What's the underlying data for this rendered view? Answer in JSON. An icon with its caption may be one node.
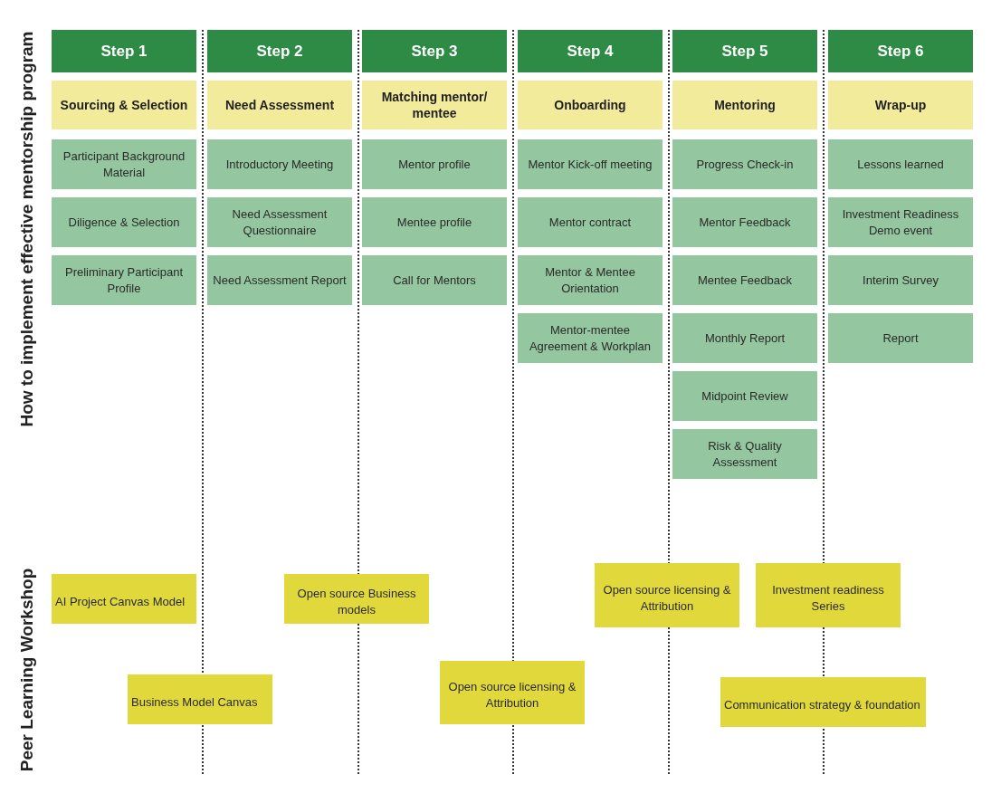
{
  "diagram": {
    "nodes": [
      {
        "text": [
          "Step 1"
        ]
      },
      {
        "text": [
          "Sourcing & Selection"
        ]
      },
      {
        "text": [
          "Participant Background Material"
        ]
      },
      {
        "text": [
          "Diligence & Selection"
        ]
      },
      {
        "text": [
          "Preliminary Participant Profile"
        ]
      },
      {
        "text": [
          "Step 2"
        ]
      },
      {
        "text": [
          "Need Assessment"
        ]
      },
      {
        "text": [
          "Introductory Meeting"
        ]
      },
      {
        "text": [
          "Need Assessment Questionnaire"
        ]
      },
      {
        "text": [
          "Need Assessment Report"
        ]
      },
      {
        "text": [
          "Step 3"
        ]
      },
      {
        "text": [
          "Matching mentor/ mentee"
        ]
      },
      {
        "text": [
          "Mentor profile"
        ]
      },
      {
        "text": [
          "Mentee profile"
        ]
      },
      {
        "text": [
          "Call for Mentors"
        ]
      },
      {
        "text": [
          "Step 4"
        ]
      },
      {
        "text": [
          "Onboarding"
        ]
      },
      {
        "text": [
          "Mentor Kick-off meeting"
        ]
      },
      {
        "text": [
          "Mentor contract"
        ]
      },
      {
        "text": [
          "Mentor & Mentee Orientation"
        ]
      },
      {
        "text": [
          "Mentor-mentee Agreement & Workplan"
        ]
      },
      {
        "text": [
          "Step 5"
        ]
      },
      {
        "text": [
          "Mentoring"
        ]
      },
      {
        "text": [
          "Progress Check-in"
        ]
      },
      {
        "text": [
          "Mentor Feedback"
        ]
      },
      {
        "text": [
          "Mentee Feedback"
        ]
      },
      {
        "text": [
          "Monthly Report"
        ]
      },
      {
        "text": [
          "Midpoint Review"
        ]
      },
      {
        "text": [
          "Risk & Quality Assessment"
        ]
      },
      {
        "text": [
          "Step 6"
        ]
      },
      {
        "text": [
          "Wrap-up"
        ]
      },
      {
        "text": [
          "Lessons learned"
        ]
      },
      {
        "text": [
          "Investment Readiness Demo event"
        ]
      },
      {
        "text": [
          "Interim Survey"
        ]
      },
      {
        "text": [
          "Report"
        ]
      },
      {
        "text": [
          "AI Project Canvas Model"
        ]
      },
      {
        "text": [
          "Open source Business models"
        ]
      },
      {
        "text": [
          "Open source licensing & Attribution"
        ]
      },
      {
        "text": [
          "Investment readiness Series"
        ]
      },
      {
        "text": [
          "Business Model Canvas"
        ]
      },
      {
        "text": [
          "Open source licensing & Attribution"
        ]
      },
      {
        "text": [
          "Communication strategy & foundation"
        ]
      }
    ],
    "edges": [],
    "labels": [
      "How to implement effective mentorship program",
      "Peer Learning Workshop"
    ]
  }
}
